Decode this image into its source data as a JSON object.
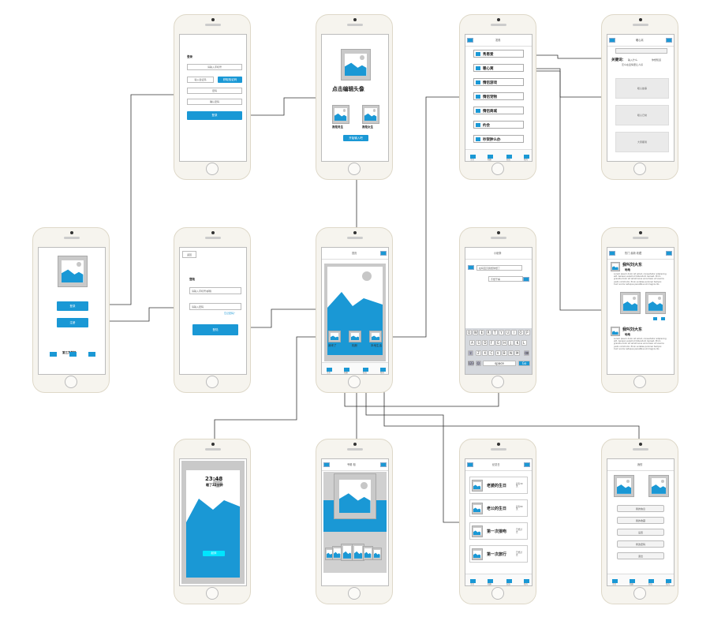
{
  "colors": {
    "accent": "#1a98d5",
    "cyan_button": "#00e5ff",
    "wire": "#333333",
    "phone_body": "#f6f4ee"
  },
  "icons": {
    "image_placeholder": "image-placeholder-icon",
    "tab": "tab-icon"
  },
  "s1_welcome": {
    "login": "登录",
    "register": "注册",
    "third_party": "第三方登陆"
  },
  "s2_login": {
    "title": "登录",
    "phone_placeholder": "请输入手机号",
    "code_placeholder": "输入验证码",
    "get_code": "获取验证码",
    "password": "密码",
    "confirm_password": "确认密码",
    "submit": "登录"
  },
  "s3_register": {
    "back": "返回",
    "title": "登陆",
    "phone_or_email": "请输入手机号/邮箱",
    "password": "请输入密码",
    "forgot": "忘记密码？",
    "submit": "登陆"
  },
  "s4_avatar": {
    "heading": "点击编辑头像",
    "male": "我是男生",
    "female": "我是女生",
    "next": "开始输入吧"
  },
  "s5_home": {
    "title": "首页",
    "buttons": [
      "我来了",
      "相册",
      "本地生活"
    ],
    "tabs": [
      "主页",
      "相册",
      "纪念",
      "我的"
    ]
  },
  "s6_discover": {
    "title": "发现",
    "items": [
      "秀恩爱",
      "暖心窝",
      "情侣游戏",
      "情侣宠物",
      "情侣商城",
      "约会",
      "吵架肿么办"
    ],
    "tabs": [
      "主页",
      "相册",
      "纪念",
      "我的"
    ]
  },
  "s7_keyword": {
    "title": "暖心窝",
    "keyword_label": "关键词：",
    "kw1": "输入什么",
    "kw2": "你想知道",
    "kw_sub": "怎么在爱情里让人好",
    "cards": [
      "暖心故事",
      "暖心日常",
      "大家都用"
    ]
  },
  "s8_chat": {
    "title": "小纸条",
    "msg_in": "在吗宝贝我想你想了",
    "msg_out": "不想干嘛",
    "keyboard_rows": [
      [
        "Q",
        "W",
        "E",
        "R",
        "T",
        "Y",
        "U",
        "I",
        "O",
        "P"
      ],
      [
        "A",
        "S",
        "D",
        "F",
        "G",
        "H",
        "J",
        "K",
        "L"
      ],
      [
        "Z",
        "X",
        "C",
        "V",
        "B",
        "N",
        "M"
      ]
    ],
    "space": "space",
    "go": "Go"
  },
  "s9_stories": {
    "tabs_title": "热门  最新  收藏",
    "post_title": "我叫刘大东",
    "post_sub": "地地",
    "lorem": "Lorem ipsum dolor sit amet, consectetur adipiscing\nelit. Aenean euismod bibendum laoreet. Proin\ngravida dolor sit amet lacus accumsan et viverra\njusto commodo. Proin sodales pulvinar tempor.\nCum sociis natoque penatibus et magnis dis"
  },
  "s10_timer": {
    "time": "23:48",
    "sub": "睡了22分钟",
    "button": "起床"
  },
  "s11_album": {
    "title": "专辑  相"
  },
  "s12_anniv": {
    "title": "纪念日",
    "rows": [
      {
        "label": "老婆的生日",
        "meta": "还有30天"
      },
      {
        "label": "老公的生日",
        "meta": "还有80天"
      },
      {
        "label": "第一次接吻",
        "meta": "已经过去"
      },
      {
        "label": "第一次旅行",
        "meta": "已经过去"
      }
    ],
    "tabs": [
      "主页",
      "相册",
      "纪念",
      "我的"
    ]
  },
  "s13_profile": {
    "title": "我的",
    "options": [
      "我的信息",
      "我的收藏",
      "设置",
      "修改密码",
      "退出"
    ],
    "tabs": [
      "主页",
      "相册",
      "纪念",
      "我的"
    ]
  }
}
